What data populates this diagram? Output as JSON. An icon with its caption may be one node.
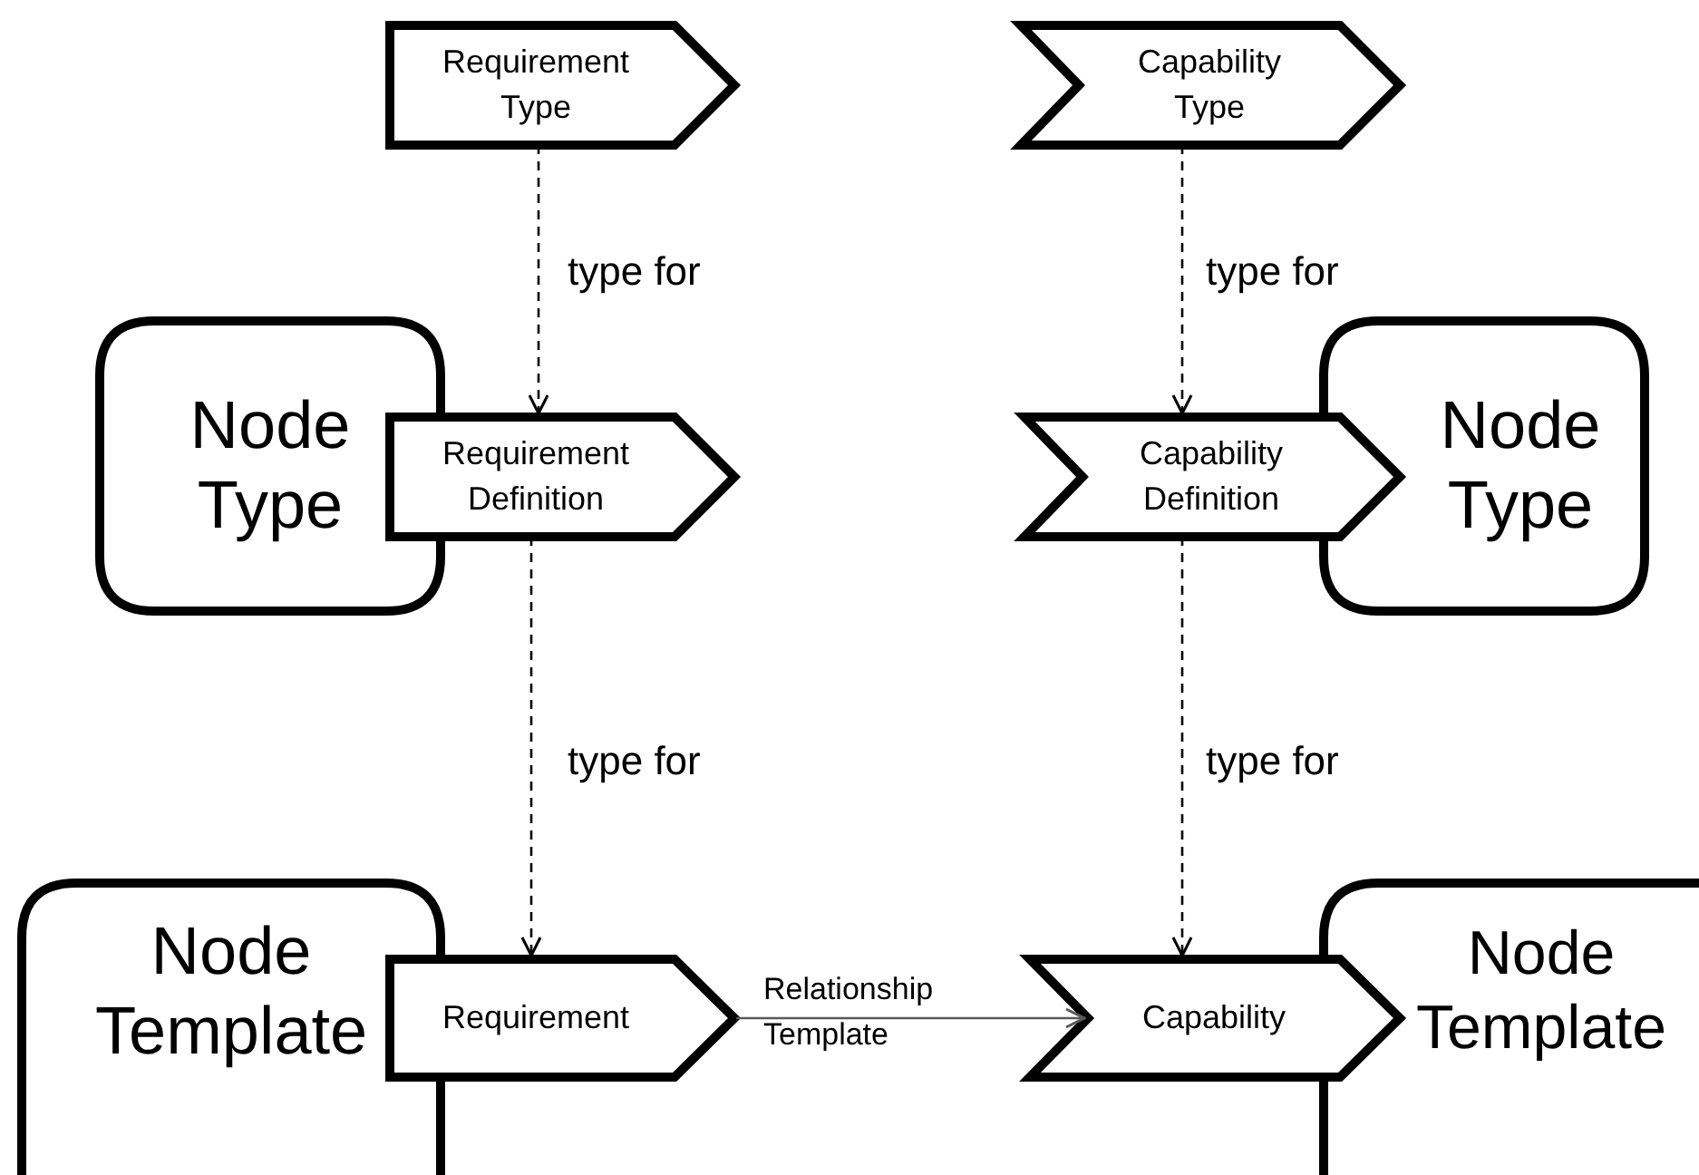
{
  "diagram": {
    "nodes": [
      {
        "text": [
          "Requirement Type"
        ]
      },
      {
        "text": [
          "Capability Type"
        ]
      },
      {
        "text": [
          "Node Type"
        ]
      },
      {
        "text": [
          "Requirement Definition"
        ]
      },
      {
        "text": [
          "Capability Definition"
        ]
      },
      {
        "text": [
          "Node Type"
        ]
      },
      {
        "text": [
          "Node Template"
        ]
      },
      {
        "text": [
          "Requirement"
        ]
      },
      {
        "text": [
          "Capability"
        ]
      },
      {
        "text": [
          "Node Template"
        ]
      }
    ],
    "edges": [
      {
        "from": 0,
        "to": 3,
        "arrow": "to",
        "label": "type for",
        "style": "dashed"
      },
      {
        "from": 1,
        "to": 4,
        "arrow": "to",
        "label": "type for",
        "style": "dashed"
      },
      {
        "from": 3,
        "to": 7,
        "arrow": "to",
        "label": "type for",
        "style": "dashed"
      },
      {
        "from": 4,
        "to": 8,
        "arrow": "to",
        "label": "type for",
        "style": "dashed"
      },
      {
        "from": 7,
        "to": 8,
        "arrow": "to",
        "label": "Relationship Template",
        "color": "#595959"
      }
    ]
  }
}
